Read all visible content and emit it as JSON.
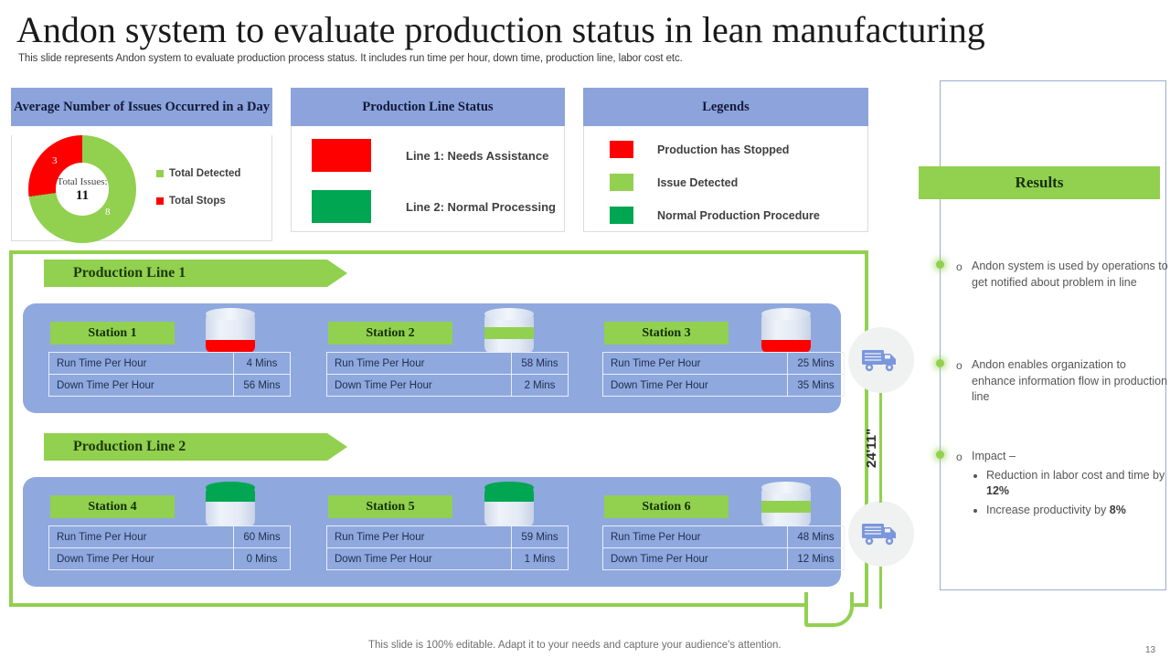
{
  "slide": {
    "title": "Andon system to evaluate production status in lean manufacturing",
    "subtitle": "This slide represents Andon system to evaluate production process status. It includes run time per hour, down time, production line, labor cost etc.",
    "footer_note": "This slide is 100% editable. Adapt it to your needs and capture your audience's attention.",
    "page_number": "13"
  },
  "colors": {
    "header_blue": "#8CA4DB",
    "panel_blue": "#8FA8DE",
    "accent_green": "#92D050",
    "stop_red": "#FF0000",
    "normal_green": "#00A651"
  },
  "issues_card": {
    "title": "Average Number of Issues Occurred in a Day",
    "center_label": "Total Issues:",
    "center_value": "11",
    "legend": [
      {
        "label": "Total Detected",
        "color": "#92D050",
        "value": "8"
      },
      {
        "label": "Total Stops",
        "color": "#FF0000",
        "value": "3"
      }
    ]
  },
  "chart_data": {
    "type": "pie",
    "title": "Average Number of Issues Occurred in a Day",
    "categories": [
      "Total Detected",
      "Total Stops"
    ],
    "values": [
      8,
      3
    ],
    "colors": [
      "#92D050",
      "#FF0000"
    ],
    "total": 11,
    "center_text": "Total Issues: 11",
    "legend_position": "right",
    "donut": true
  },
  "status_card": {
    "title": "Production Line Status",
    "rows": [
      {
        "color": "#FF0000",
        "label": "Line 1: Needs Assistance"
      },
      {
        "color": "#00A651",
        "label": "Line 2: Normal Processing"
      }
    ]
  },
  "legends_card": {
    "title": "Legends",
    "rows": [
      {
        "color": "#FF0000",
        "label": "Production has Stopped"
      },
      {
        "color": "#92D050",
        "label": "Issue Detected"
      },
      {
        "color": "#00A651",
        "label": "Normal Production Procedure"
      }
    ]
  },
  "production_lines": [
    {
      "tag": "Production Line 1",
      "stations": [
        {
          "name": "Station 1",
          "indicator": {
            "color": "#FF0000",
            "position": "bottom"
          },
          "metrics": [
            {
              "key": "Run Time Per Hour",
              "value": "4 Mins"
            },
            {
              "key": "Down Time Per Hour",
              "value": "56 Mins"
            }
          ]
        },
        {
          "name": "Station 2",
          "indicator": {
            "color": "#92D050",
            "position": "middle"
          },
          "metrics": [
            {
              "key": "Run Time Per Hour",
              "value": "58 Mins"
            },
            {
              "key": "Down Time Per Hour",
              "value": "2 Mins"
            }
          ]
        },
        {
          "name": "Station 3",
          "indicator": {
            "color": "#FF0000",
            "position": "bottom"
          },
          "metrics": [
            {
              "key": "Run Time Per Hour",
              "value": "25 Mins"
            },
            {
              "key": "Down Time Per Hour",
              "value": "35 Mins"
            }
          ]
        }
      ]
    },
    {
      "tag": "Production Line 2",
      "stations": [
        {
          "name": "Station 4",
          "indicator": {
            "color": "#00A651",
            "position": "top"
          },
          "metrics": [
            {
              "key": "Run Time Per Hour",
              "value": "60 Mins"
            },
            {
              "key": "Down Time Per Hour",
              "value": "0 Mins"
            }
          ]
        },
        {
          "name": "Station 5",
          "indicator": {
            "color": "#00A651",
            "position": "top"
          },
          "metrics": [
            {
              "key": "Run Time Per Hour",
              "value": "59 Mins"
            },
            {
              "key": "Down Time Per Hour",
              "value": "1 Mins"
            }
          ]
        },
        {
          "name": "Station 6",
          "indicator": {
            "color": "#92D050",
            "position": "middle"
          },
          "metrics": [
            {
              "key": "Run Time Per Hour",
              "value": "48 Mins"
            },
            {
              "key": "Down Time Per Hour",
              "value": "12 Mins"
            }
          ]
        }
      ]
    }
  ],
  "dimension_label": "24'11\"",
  "results": {
    "title": "Results",
    "items": [
      {
        "text": "Andon system is used by operations to get notified about problem in line",
        "sub": []
      },
      {
        "text": "Andon enables organization to enhance information flow in production line",
        "sub": []
      },
      {
        "text": "Impact –",
        "sub": [
          "Reduction in labor cost and time by 12%",
          "Increase productivity by 8%"
        ]
      }
    ],
    "impact_sub_raw": [
      {
        "pre": "Reduction in labor cost and time by ",
        "bold": "12%",
        "post": ""
      },
      {
        "pre": "Increase productivity by ",
        "bold": "8%",
        "post": ""
      }
    ]
  }
}
